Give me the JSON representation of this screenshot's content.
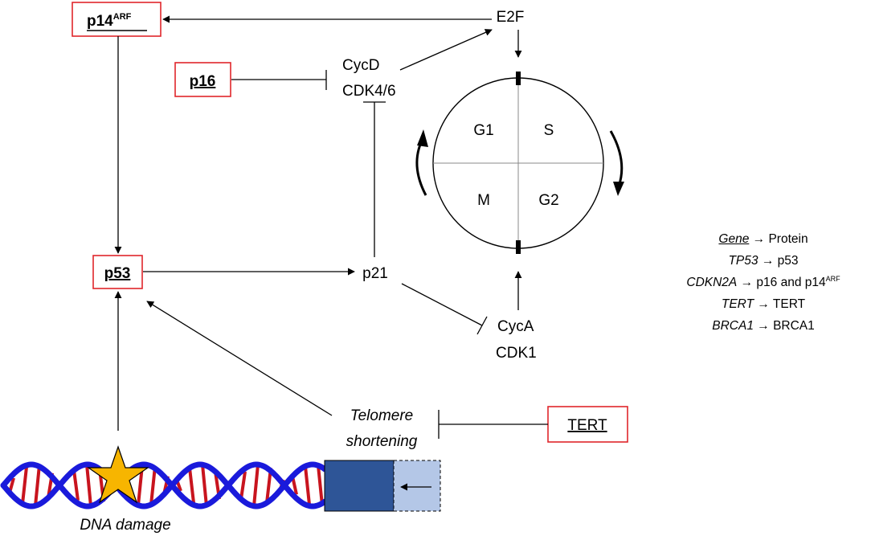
{
  "nodes": {
    "p14": {
      "main": "p14",
      "sup": "ARF"
    },
    "p16": "p16",
    "p53": "p53",
    "tert": "TERT",
    "e2f": "E2F",
    "cycd": "CycD",
    "cdk46": "CDK4/6",
    "p21": "p21",
    "cyca": "CycA",
    "cdk1": "CDK1",
    "telomere": "Telomere",
    "shortening": "shortening",
    "dna_damage": "DNA damage"
  },
  "cell_cycle": {
    "g1": "G1",
    "s": "S",
    "m": "M",
    "g2": "G2"
  },
  "legend": {
    "header": {
      "gene": "Gene",
      "arrow": "→",
      "protein": "Protein"
    },
    "rows": [
      {
        "gene": "TP53",
        "arrow": "→",
        "protein": "p53",
        "sup": ""
      },
      {
        "gene": "CDKN2A",
        "arrow": "→",
        "protein": "p16 and p14",
        "sup": "ARF"
      },
      {
        "gene": "TERT",
        "arrow": "→",
        "protein": "TERT",
        "sup": ""
      },
      {
        "gene": "BRCA1",
        "arrow": "→",
        "protein": "BRCA1",
        "sup": ""
      }
    ]
  },
  "colors": {
    "box_border": "#e0262b",
    "dna_strand": "#1a1adb",
    "dna_rung": "#c8141e",
    "star": "#f7b500",
    "telomere_dark": "#2e5597",
    "telomere_light": "#b4c7e7"
  }
}
